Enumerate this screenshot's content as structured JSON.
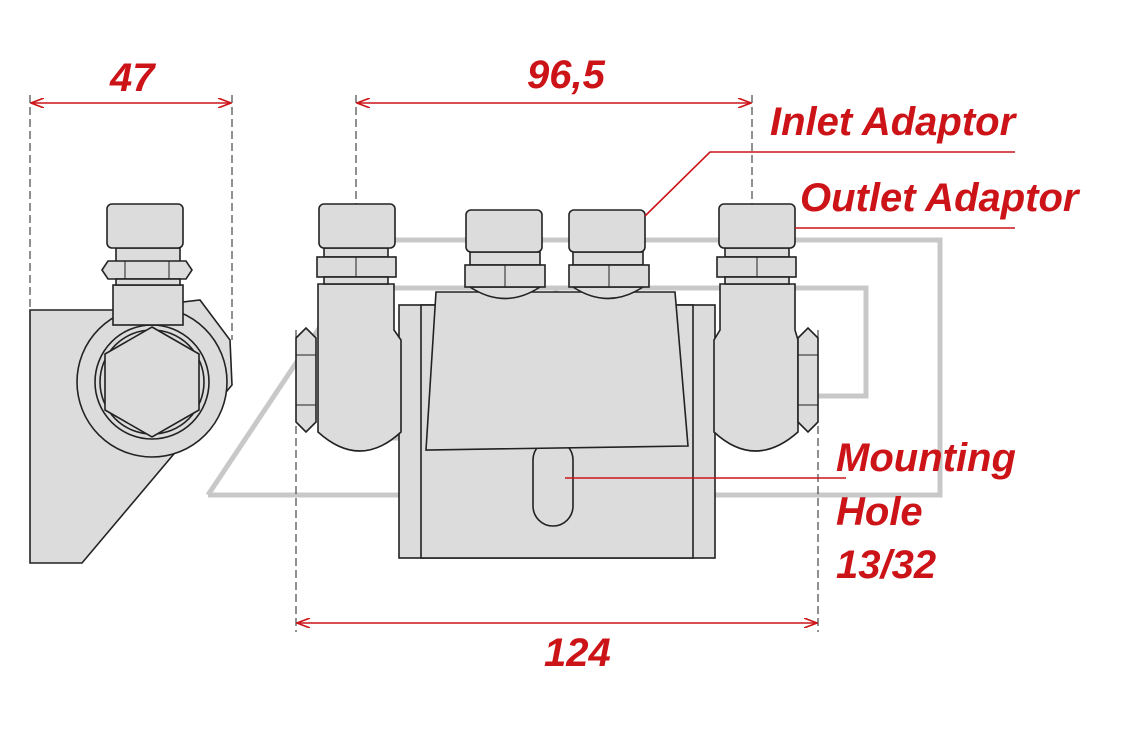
{
  "dimensions": {
    "side_width": "47",
    "adaptor_spacing": "96,5",
    "overall_width": "124"
  },
  "labels": {
    "inlet": "Inlet Adaptor",
    "outlet": "Outlet Adaptor",
    "mounting_1": "Mounting",
    "mounting_2": "Hole",
    "mounting_3": "13/32"
  },
  "colors": {
    "accent": "#cc1418",
    "part_fill": "#dcdcdc"
  }
}
